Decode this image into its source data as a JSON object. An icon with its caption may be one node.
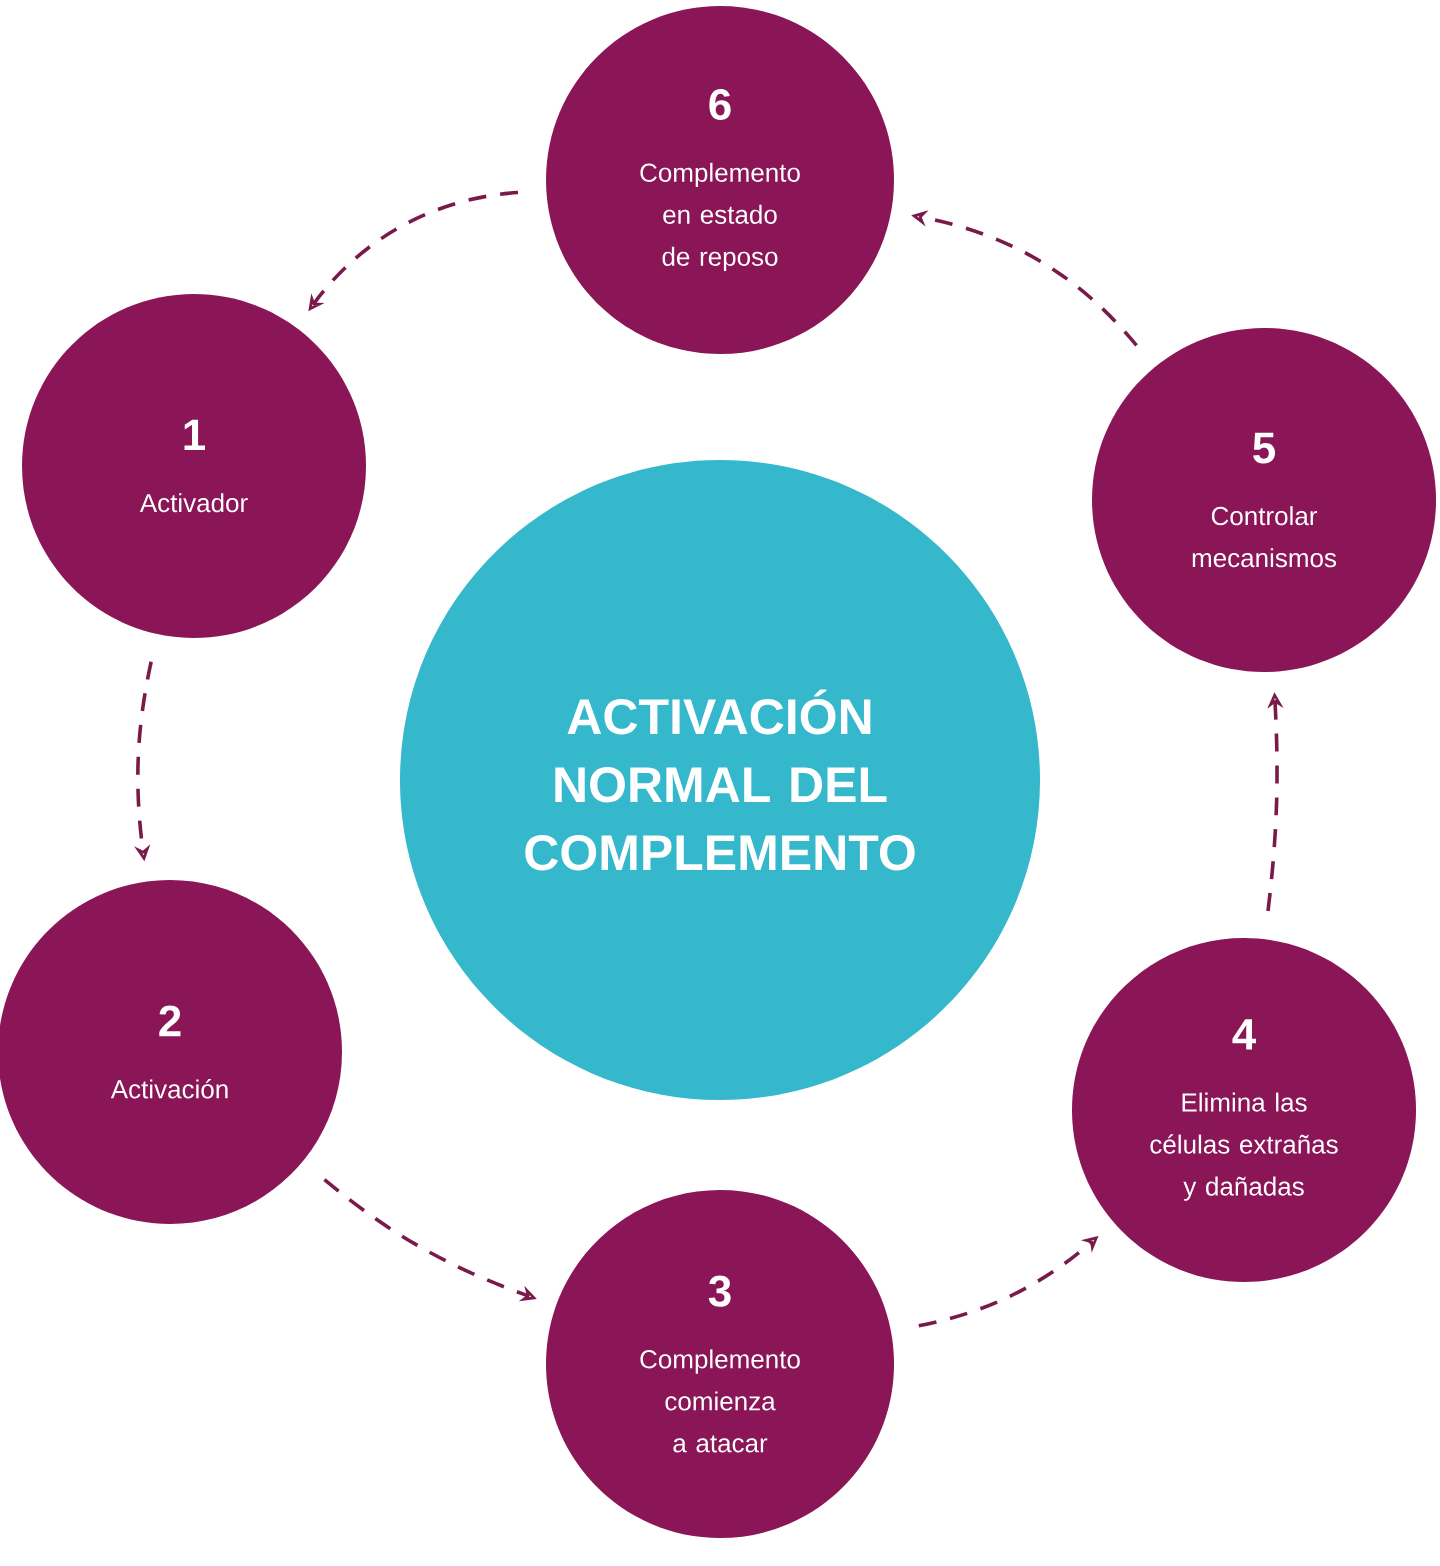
{
  "diagram": {
    "nodes": [
      {
        "text": [
          "ACTIVACIÓN NORMAL DEL COMPLEMENTO"
        ]
      },
      {
        "text": [
          "1",
          "Activador"
        ]
      },
      {
        "text": [
          "2",
          "Activación"
        ]
      },
      {
        "text": [
          "3",
          "Complemento comienza a atacar"
        ]
      },
      {
        "text": [
          "4",
          "Elimina las células extrañas y dañadas"
        ]
      },
      {
        "text": [
          "5",
          "Controlar mecanismos"
        ]
      },
      {
        "text": [
          "6",
          "Complemento en estado de reposo"
        ]
      }
    ],
    "edges": [
      {
        "from": 6,
        "to": 1,
        "arrow": "to"
      },
      {
        "from": 1,
        "to": 2,
        "arrow": "to"
      },
      {
        "from": 2,
        "to": 3,
        "arrow": "to"
      },
      {
        "from": 3,
        "to": 4,
        "arrow": "to"
      },
      {
        "from": 4,
        "to": 5,
        "arrow": "to"
      },
      {
        "from": 5,
        "to": 6,
        "arrow": "to"
      }
    ]
  }
}
